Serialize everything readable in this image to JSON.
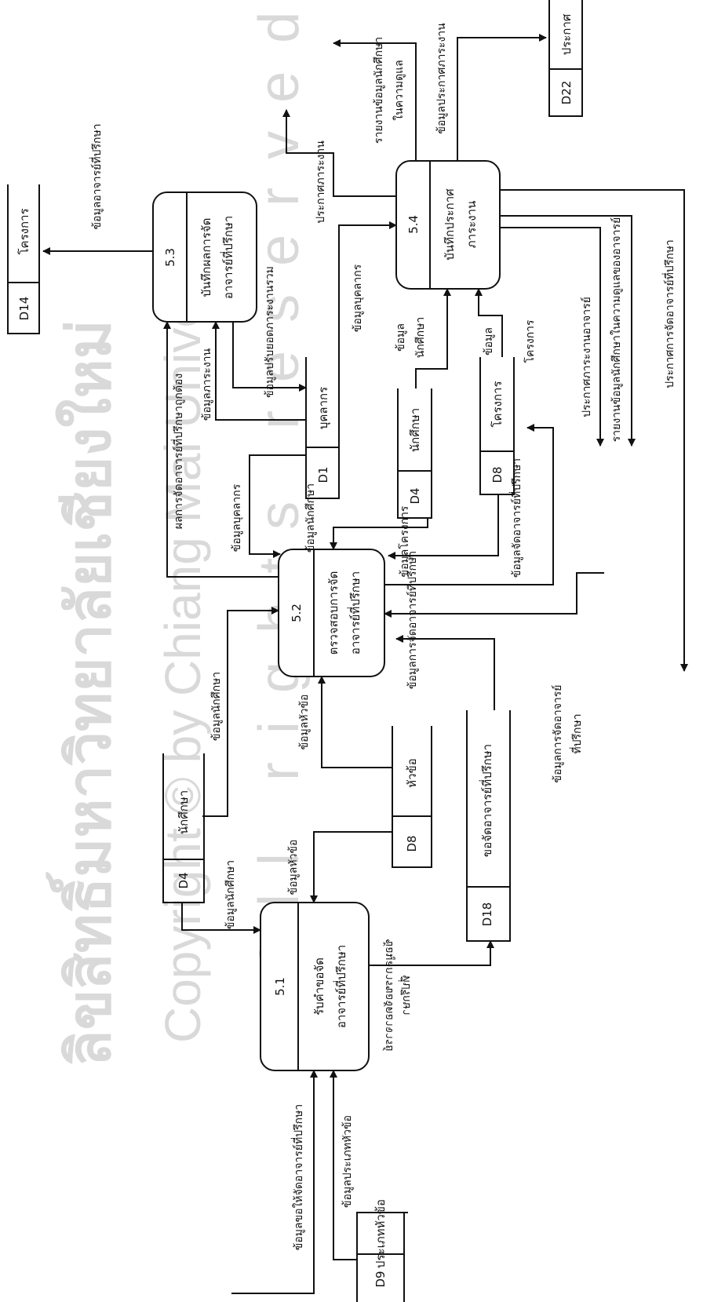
{
  "processes": {
    "p51": {
      "id": "5.1",
      "line1": "รับคำขอจัด",
      "line2": "อาจารย์ที่ปรึกษา"
    },
    "p52": {
      "id": "5.2",
      "line1": "ตรวจสอบการจัด",
      "line2": "อาจารย์ที่ปรึกษา"
    },
    "p53": {
      "id": "5.3",
      "line1": "บันทึกผลการจัด",
      "line2": "อาจารย์ที่ปรึกษา"
    },
    "p54": {
      "id": "5.4",
      "line1": "บันทึกประกาศ",
      "line2": "ภาระงาน"
    }
  },
  "stores": {
    "d9": {
      "id": "D9",
      "name": "ประเภทหัวข้อ"
    },
    "d4a": {
      "id": "D4",
      "name": "นักศึกษา"
    },
    "d8a": {
      "id": "D8",
      "name": "หัวข้อ"
    },
    "d18": {
      "id": "D18",
      "name": "ขอจัดอาจารย์ที่ปรึกษา"
    },
    "d1": {
      "id": "D1",
      "name": "บุคลากร"
    },
    "d4b": {
      "id": "D4",
      "name": "นักศึกษา"
    },
    "d8b": {
      "id": "D8",
      "name": "โครงการ"
    },
    "d14": {
      "id": "D14",
      "name": "โครงการ"
    },
    "d22": {
      "id": "D22",
      "name": "ประกาศ"
    }
  },
  "flows": {
    "f1": "ข้อมูลขอให้จัดอาจารย์ที่ปรึกษา",
    "f2": "ข้อมูลประเภทหัวข้อ",
    "f3": "ข้อมูลนักศึกษา",
    "f4": "ข้อมูลหัวข้อ",
    "f5": "ข้อมูลการขอจัดอาจารย์",
    "f5b": "ที่ปรึกษา",
    "f6": "ข้อมูลนักศึกษา",
    "f7": "ข้อมูลหัวข้อ",
    "f8": "ข้อมูลการจัดอาจารย์",
    "f8b": "ที่ปรึกษา",
    "f9": "ข้อมูลการจัดอาจารย์ที่ปรึกษา",
    "f10": "ข้อมูลบุคลากร",
    "f11": "ข้อมูลนักศึกษา",
    "f12": "ข้อมูลโครงการ",
    "f13": "ผลการจัดอาจารย์ที่ปรึกษาถูกต้อง",
    "f14": "ข้อมูลภาระงาน",
    "f15": "ข้อมูลปรับยอดภาระงานรวม",
    "f16": "ข้อมูลอาจารย์ที่ปรึกษา",
    "f17": "ข้อมูลบุคลากร",
    "f18": "ข้อมูล",
    "f18b": "นักศึกษา",
    "f19": "ข้อมูล",
    "f19b": "โครงการ",
    "f20": "ข้อมูลจัดอาจารย์ที่ปรึกษา",
    "f21": "ประกาศภาระงาน",
    "f22": "รายงานข้อมูลนักศึกษา",
    "f22b": "ในความดูแล",
    "f23": "ข้อมูลประกาศภาระงาน",
    "f24": "ประกาศภาระงานอาจารย์",
    "f25": "รายงานข้อมูลนักศึกษาในความดูแลของอาจารย์",
    "f26": "ประกาศการจัดอาจารย์ที่ปรึกษา"
  },
  "watermark": {
    "line1": "ลิขสิทธิ์มหาวิทยาลัยเชียงใหม่",
    "line2": "Copyright © by Chiang Mai University",
    "line3": "All rights reserved"
  }
}
